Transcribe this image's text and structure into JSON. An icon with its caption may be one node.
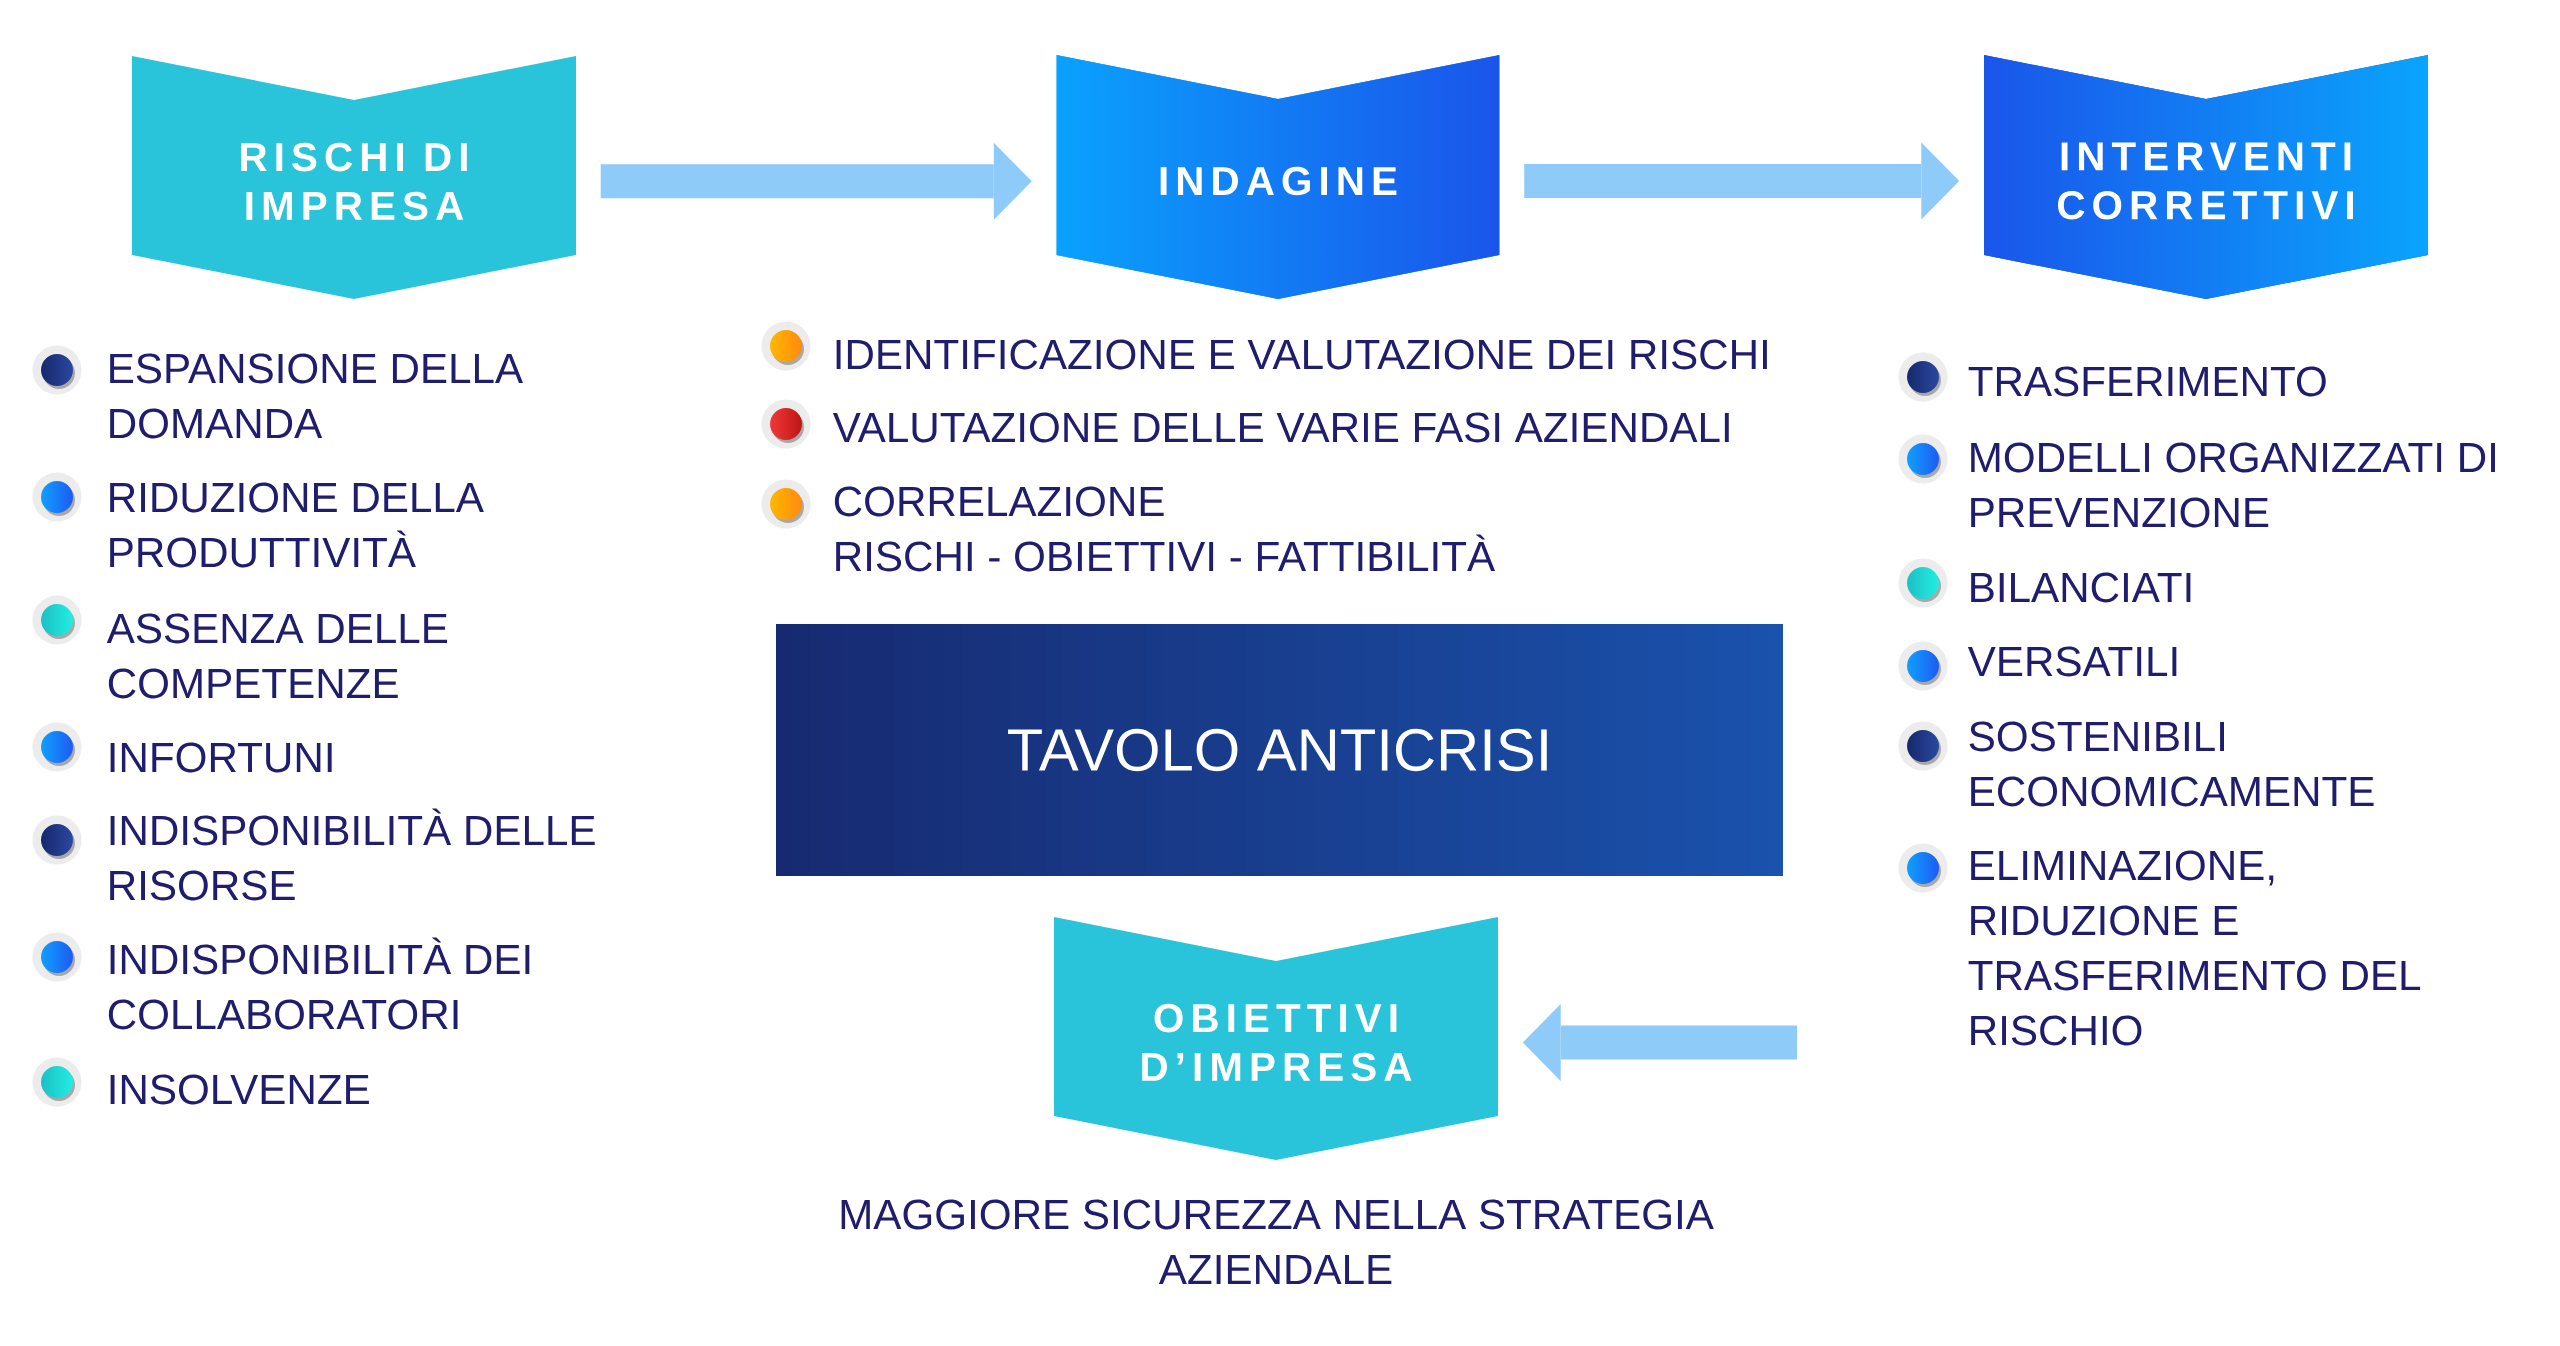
{
  "diagram": {
    "nodes": [
      {
        "text": [
          "RISCHI DI IMPRESA"
        ],
        "beside": [
          "ESPANSIONE DELLA DOMANDA",
          "RIDUZIONE DELLA PRODUTTIVITÀ",
          "ASSENZA DELLE COMPETENZE",
          "INFORTUNI",
          "INDISPONIBILITÀ DELLE RISORSE",
          "INDISPONIBILITÀ DEI COLLABORATORI",
          "INSOLVENZE"
        ]
      },
      {
        "text": [
          "INDAGINE"
        ],
        "beside": [
          "IDENTIFICAZIONE E VALUTAZIONE DEI RISCHI",
          "VALUTAZIONE DELLE VARIE FASI AZIENDALI",
          "CORRELAZIONE RISCHI - OBIETTIVI - FATTIBILITÀ"
        ]
      },
      {
        "text": [
          "INTERVENTI CORRETTIVI"
        ],
        "beside": [
          "TRASFERIMENTO",
          "MODELLI ORGANIZZATI DI PREVENZIONE",
          "BILANCIATI",
          "VERSATILI",
          "SOSTENIBILI ECONOMICAMENTE",
          "ELIMINAZIONE, RIDUZIONE E TRASFERIMENTO DEL RISCHIO"
        ]
      },
      {
        "text": [
          "TAVOLO ANTICRISI"
        ]
      },
      {
        "text": [
          "OBIETTIVI D’IMPRESA"
        ],
        "beside": [
          "MAGGIORE SICUREZZA NELLA STRATEGIA AZIENDALE"
        ]
      }
    ],
    "edges": [
      {
        "from": 0,
        "to": 1,
        "arrow": "to"
      },
      {
        "from": 1,
        "to": 2,
        "arrow": "to"
      },
      {
        "from": null,
        "to": 4,
        "arrow": "to"
      }
    ]
  }
}
